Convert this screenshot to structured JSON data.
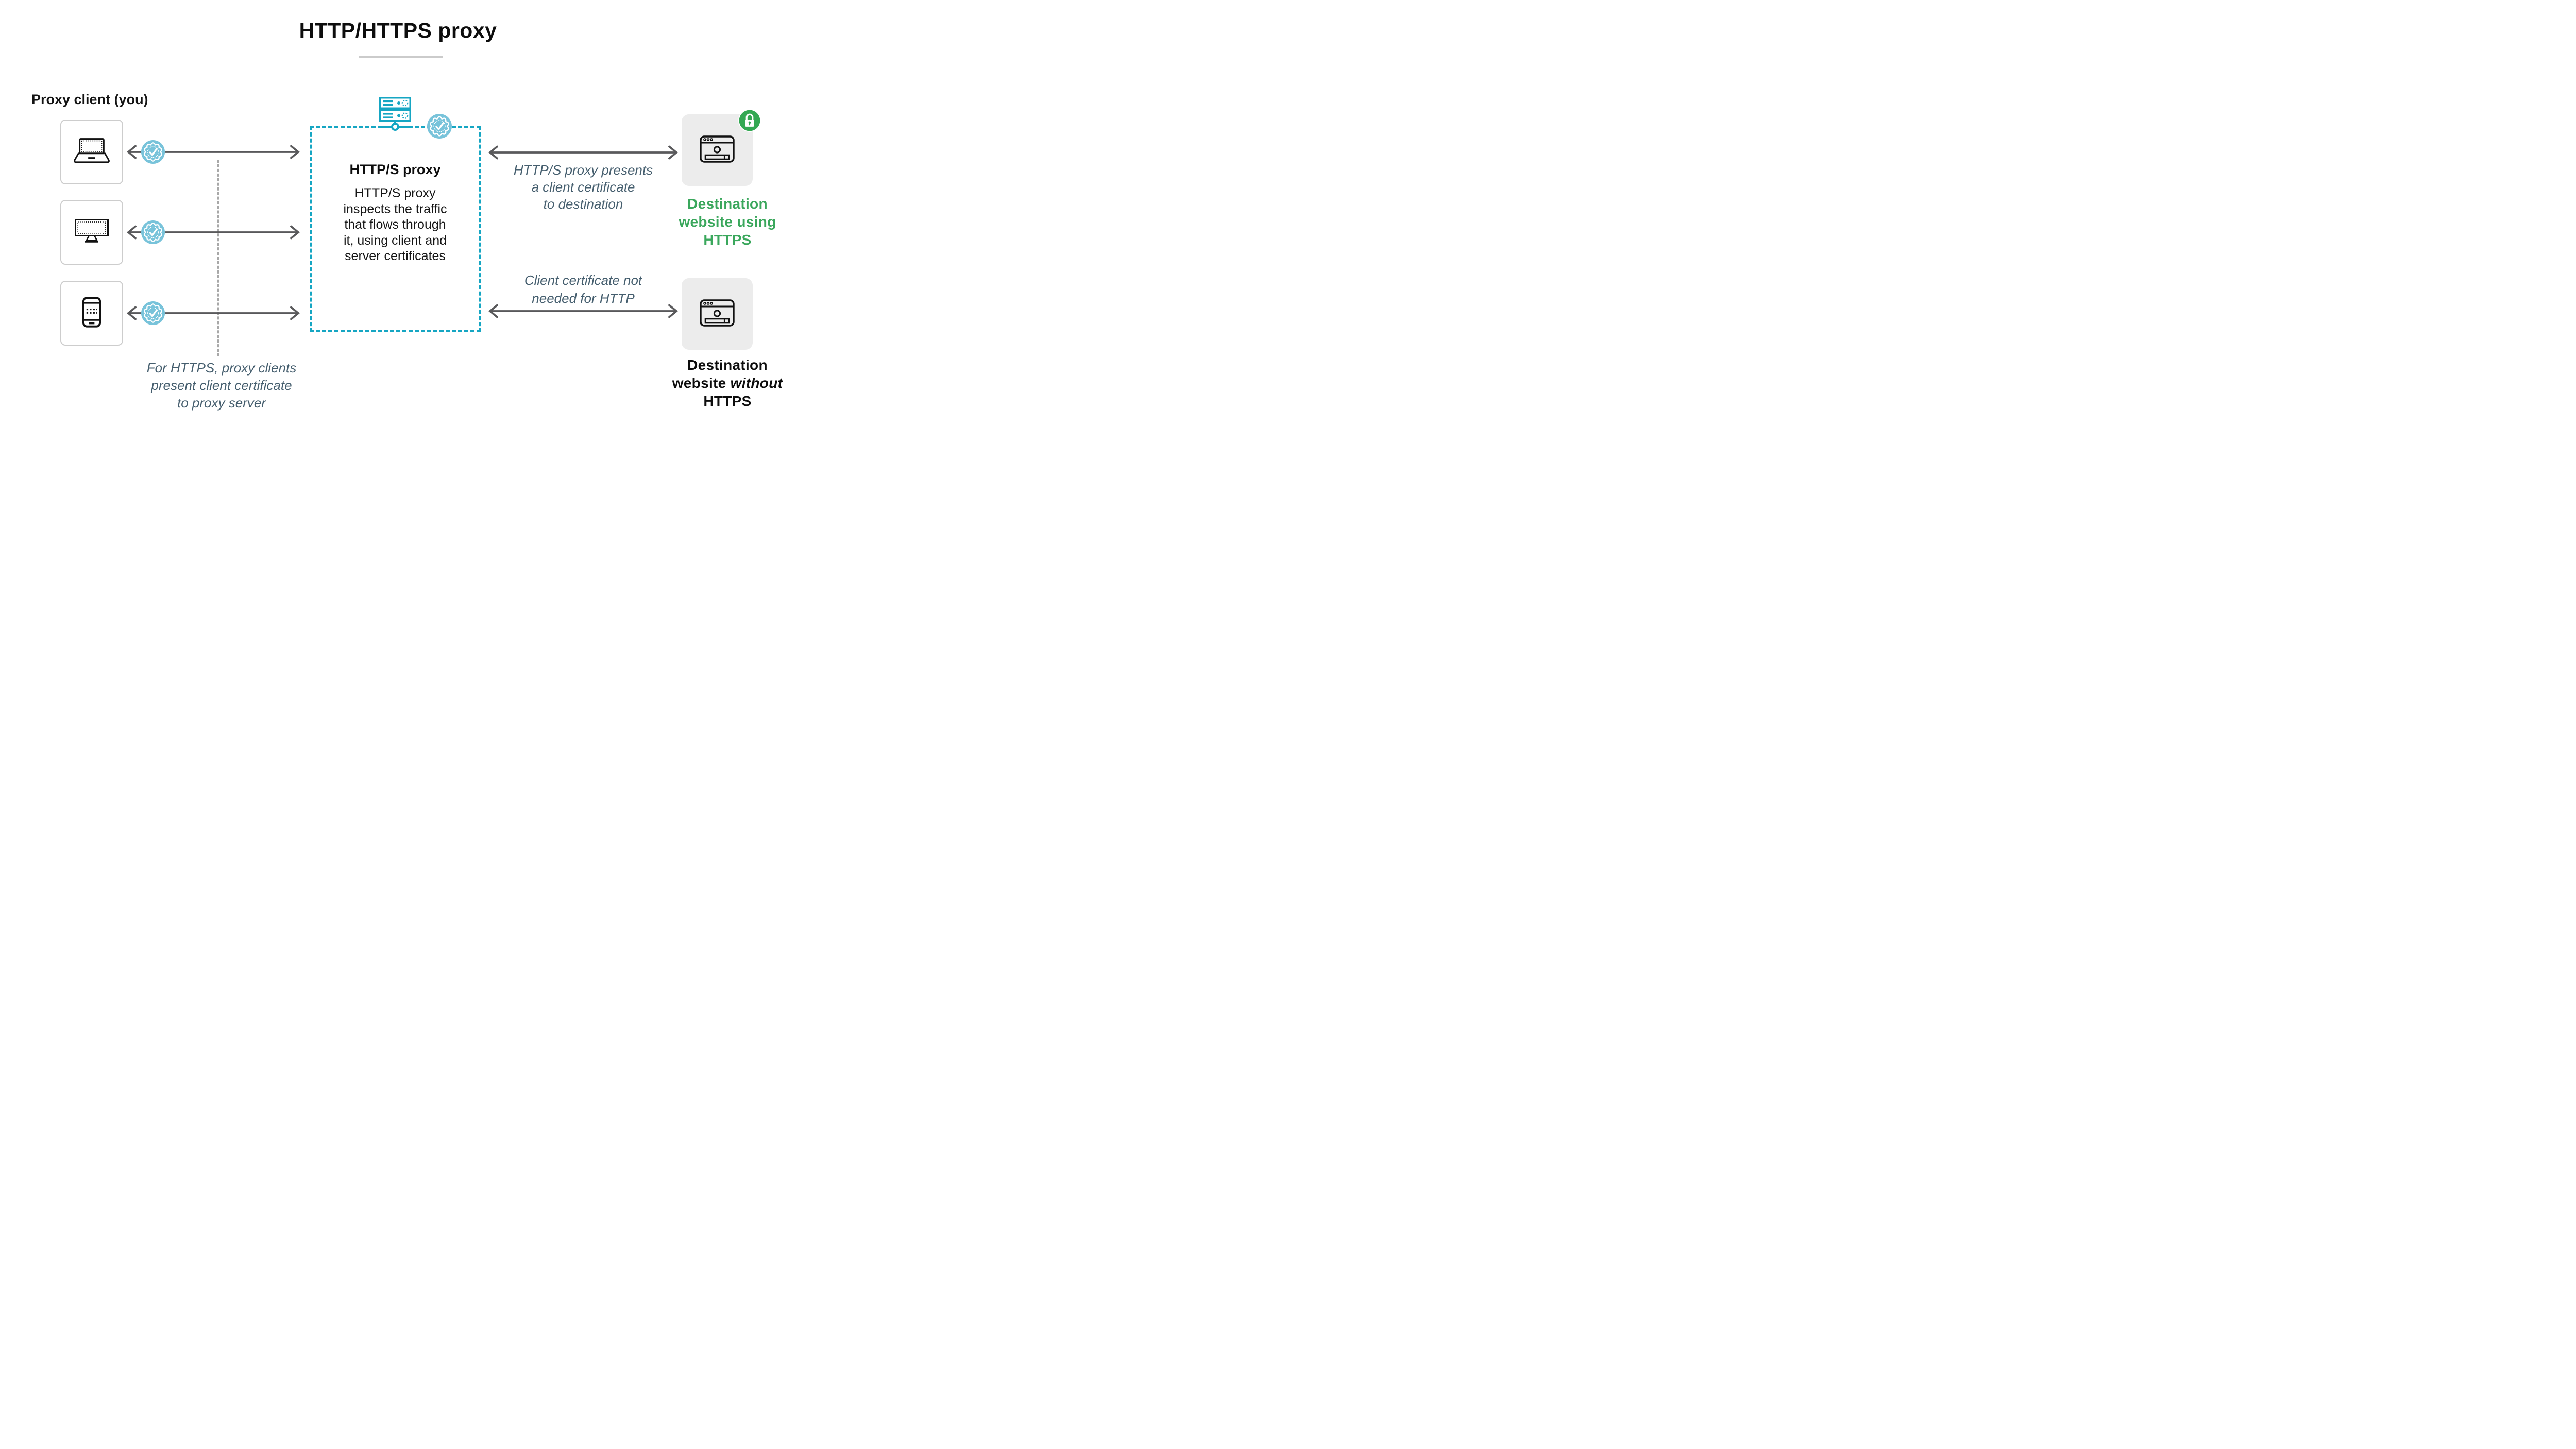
{
  "title": "HTTP/HTTPS proxy",
  "left_column": {
    "label": "Proxy client (you)",
    "devices": [
      {
        "name": "laptop"
      },
      {
        "name": "desktop-monitor"
      },
      {
        "name": "smartphone"
      }
    ]
  },
  "proxy_box": {
    "heading": "HTTP/S proxy",
    "body_lines": [
      "HTTP/S proxy",
      "inspects the traffic",
      "that flows through",
      "it, using client and",
      "server certificates"
    ]
  },
  "annotations": {
    "top_right": {
      "lines": [
        "HTTP/S proxy presents",
        "a client certificate",
        "to destination"
      ]
    },
    "bottom_right": {
      "lines": [
        "Client certificate not",
        "needed for HTTP"
      ]
    },
    "bottom_left": {
      "lines": [
        "For HTTPS, proxy clients",
        "present client certificate",
        "to proxy server"
      ]
    }
  },
  "destinations": {
    "https": {
      "lines": [
        "Destination",
        "website using",
        "HTTPS"
      ]
    },
    "http": {
      "line1": "Destination",
      "line2_regular": "website ",
      "line2_italic": "without",
      "line3": "HTTPS"
    }
  },
  "icons": [
    "server-icon",
    "certificate-badge-icon",
    "lock-badge-icon",
    "laptop-icon",
    "monitor-icon",
    "smartphone-icon",
    "browser-window-icon"
  ],
  "colors": {
    "teal_line": "#16a6c3",
    "teal_badge_fill": "#78c3da",
    "green_text": "#3aa75c",
    "green_badge": "#34a853",
    "slate_italic_text": "#455e6e",
    "arrow_gray": "#59595b",
    "dashed_guide_gray": "#a8a8a8",
    "dest_box_fill": "#ececec",
    "device_box_border": "#cdcdcd",
    "title_underline": "#cbcbcb"
  }
}
